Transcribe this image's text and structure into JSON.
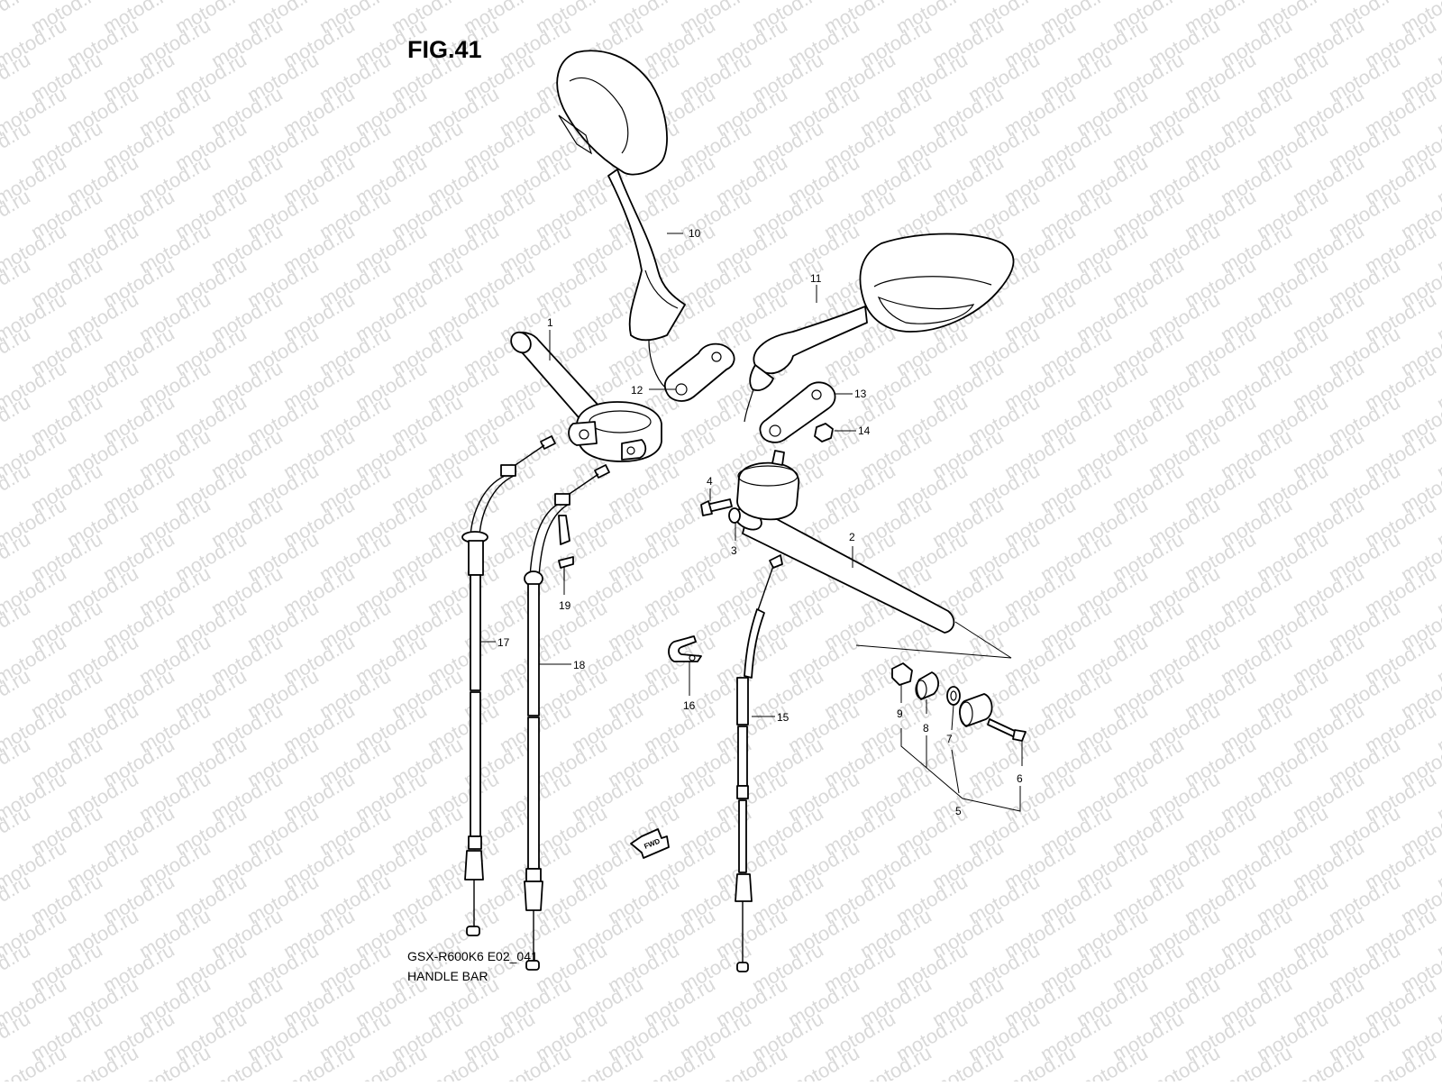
{
  "figure": {
    "title": "FIG.41",
    "model_code": "GSX-R600K6 E02_041",
    "name": "HANDLE BAR"
  },
  "watermark": {
    "text": "motod.ru",
    "color": "#d9d9d9"
  },
  "fwd_label": "FWD",
  "callouts": [
    "1",
    "2",
    "3",
    "4",
    "5",
    "6",
    "7",
    "8",
    "9",
    "10",
    "11",
    "12",
    "13",
    "14",
    "15",
    "16",
    "17",
    "18",
    "19"
  ],
  "colors": {
    "line": "#000000",
    "background": "#ffffff"
  }
}
